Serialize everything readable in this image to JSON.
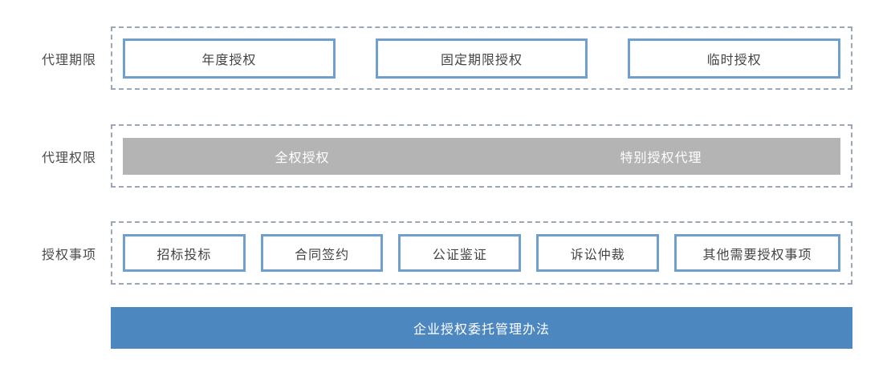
{
  "rows": [
    {
      "label": "代理期限",
      "items": [
        "年度授权",
        "固定期限授权",
        "临时授权"
      ]
    },
    {
      "label": "代理权限",
      "segments": [
        "全权授权",
        "特别授权代理"
      ]
    },
    {
      "label": "授权事项",
      "items": [
        "招标投标",
        "合同签约",
        "公证鉴证",
        "诉讼仲裁",
        "其他需要授权事项"
      ]
    }
  ],
  "footer": {
    "label": "企业授权委托管理办法"
  },
  "colors": {
    "dashed_border": "#9ba6b6",
    "box_border": "#6fa0cd",
    "gray_bar": "#b4b4b4",
    "footer_bar": "#4d87c0",
    "label_text": "#4a4a4a",
    "bar_text": "#ffffff"
  }
}
